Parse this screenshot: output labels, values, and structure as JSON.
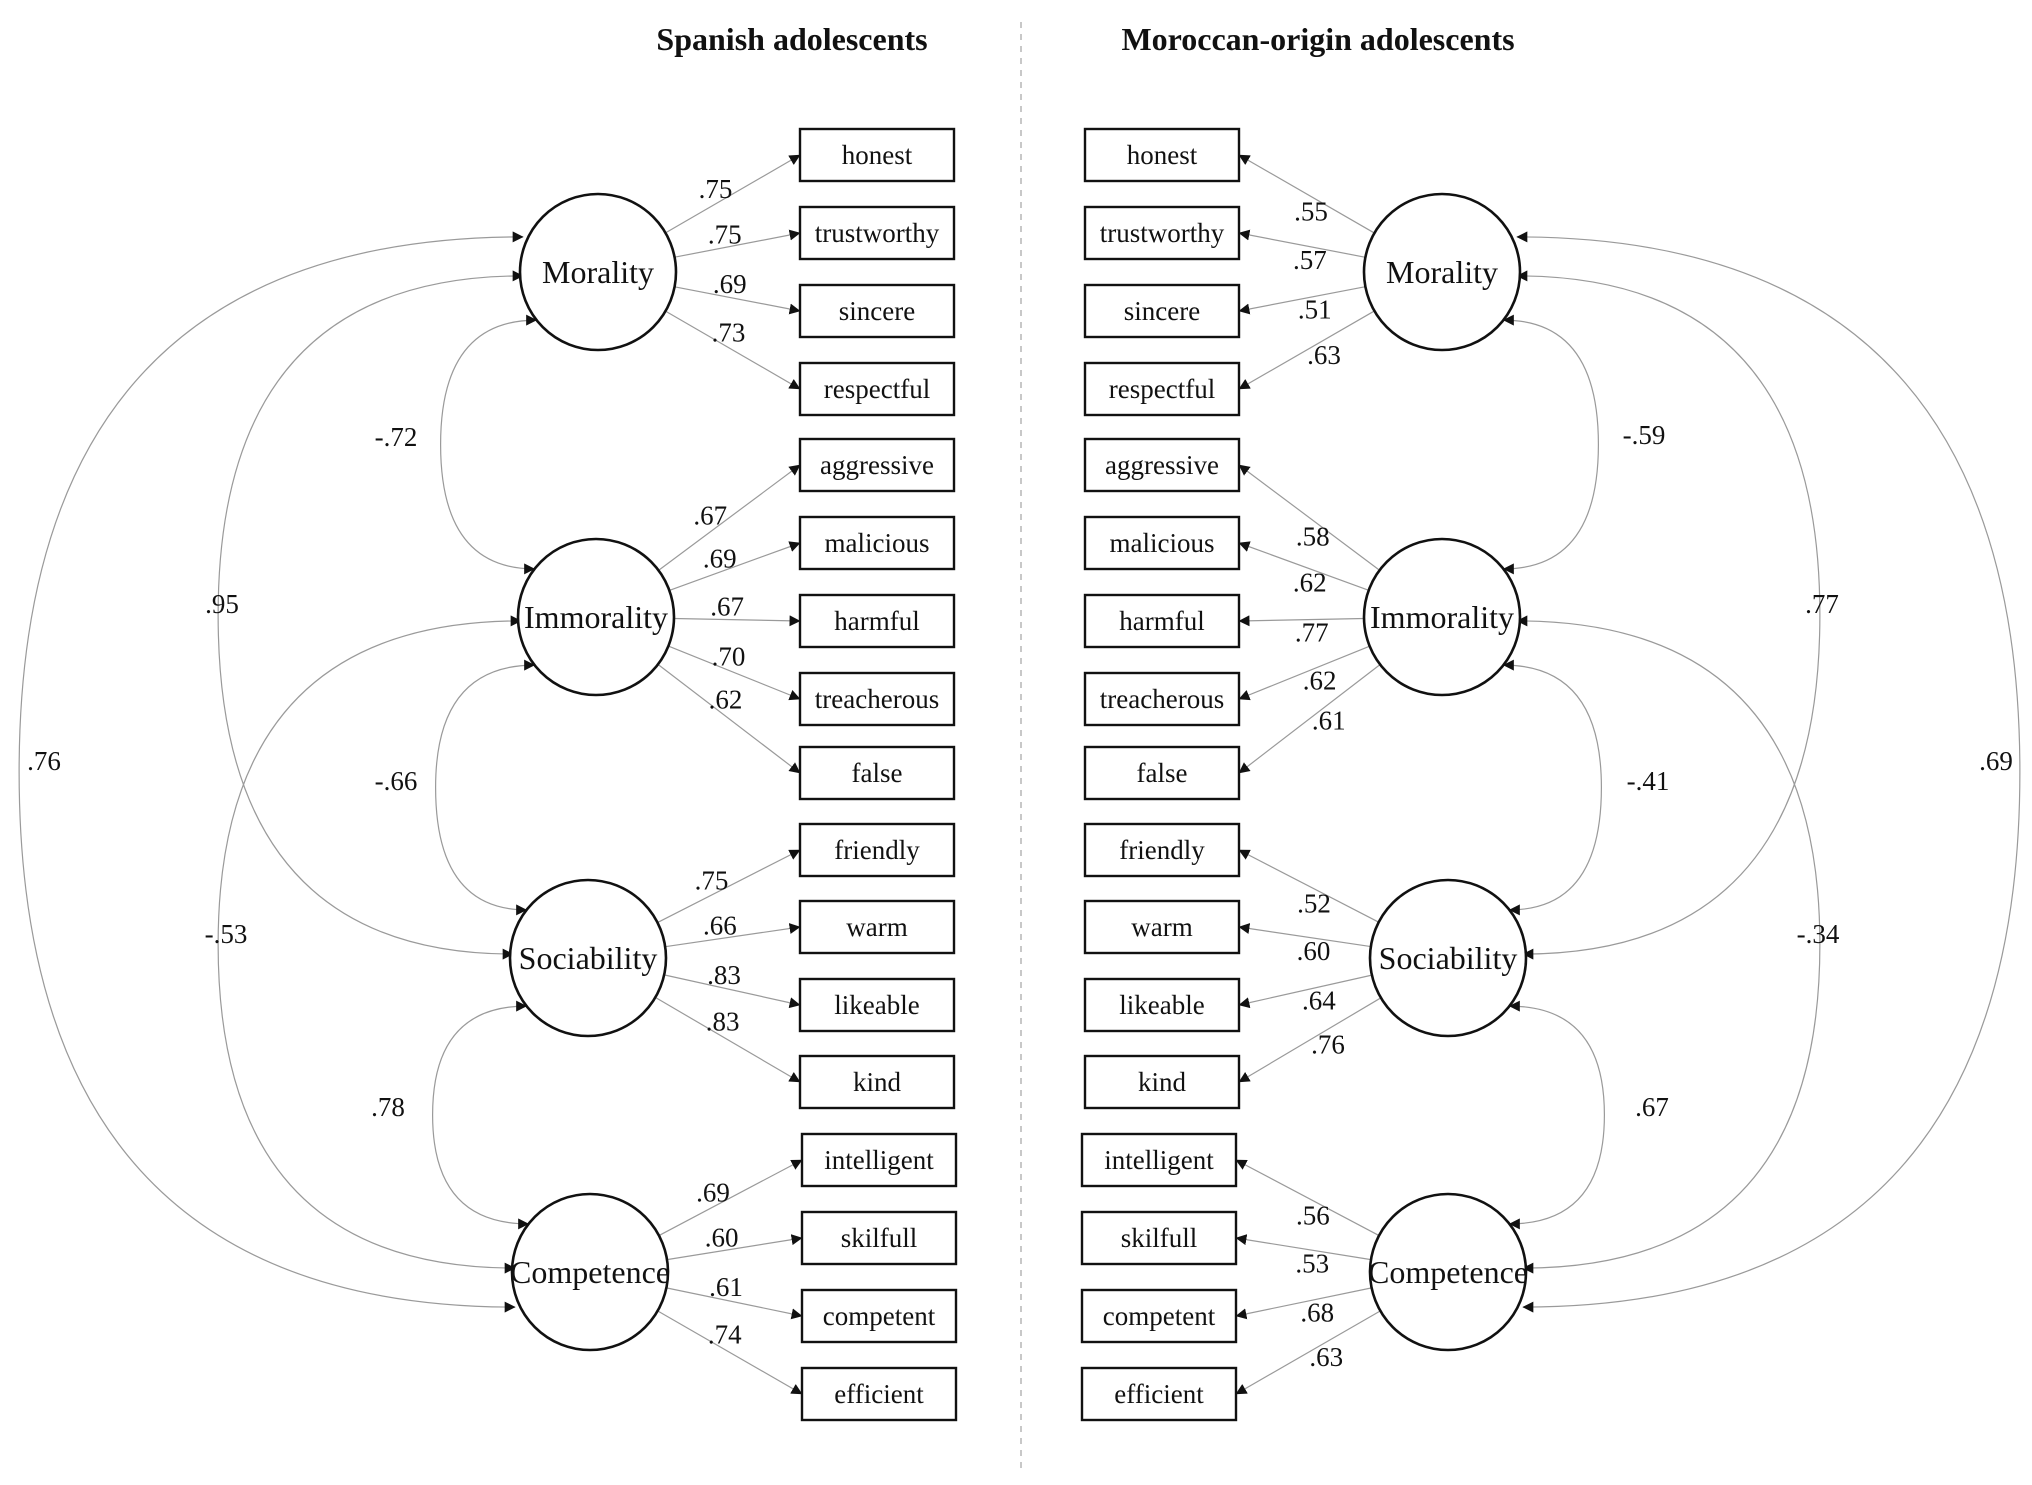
{
  "headers": {
    "left": "Spanish adolescents",
    "right": "Moroccan-origin adolescents"
  },
  "factors": [
    "Morality",
    "Immorality",
    "Sociability",
    "Competence"
  ],
  "item_groups": [
    [
      "honest",
      "trustworthy",
      "sincere",
      "respectful"
    ],
    [
      "aggressive",
      "malicious",
      "harmful",
      "treacherous",
      "false"
    ],
    [
      "friendly",
      "warm",
      "likeable",
      "kind"
    ],
    [
      "intelligent",
      "skilfull",
      "competent",
      "efficient"
    ]
  ],
  "groups": [
    {
      "name": "Spanish adolescents",
      "loadings": [
        [
          ".75",
          ".75",
          ".69",
          ".73"
        ],
        [
          ".67",
          ".69",
          ".67",
          ".70",
          ".62"
        ],
        [
          ".75",
          ".66",
          ".83",
          ".83"
        ],
        [
          ".69",
          ".60",
          ".61",
          ".74"
        ]
      ],
      "correlations": [
        {
          "from": "Morality",
          "to": "Immorality",
          "value": "-.72"
        },
        {
          "from": "Immorality",
          "to": "Sociability",
          "value": "-.66"
        },
        {
          "from": "Sociability",
          "to": "Competence",
          "value": ".78"
        },
        {
          "from": "Morality",
          "to": "Sociability",
          "value": ".95"
        },
        {
          "from": "Immorality",
          "to": "Competence",
          "value": "-.53"
        },
        {
          "from": "Morality",
          "to": "Competence",
          "value": ".76"
        }
      ]
    },
    {
      "name": "Moroccan-origin adolescents",
      "loadings": [
        [
          ".55",
          ".57",
          ".51",
          ".63"
        ],
        [
          ".58",
          ".62",
          ".77",
          ".62",
          ".61"
        ],
        [
          ".52",
          ".60",
          ".64",
          ".76"
        ],
        [
          ".56",
          ".53",
          ".68",
          ".63"
        ]
      ],
      "correlations": [
        {
          "from": "Morality",
          "to": "Immorality",
          "value": "-.59"
        },
        {
          "from": "Immorality",
          "to": "Sociability",
          "value": "-.41"
        },
        {
          "from": "Sociability",
          "to": "Competence",
          "value": ".67"
        },
        {
          "from": "Morality",
          "to": "Sociability",
          "value": ".77"
        },
        {
          "from": "Immorality",
          "to": "Competence",
          "value": "-.34"
        },
        {
          "from": "Morality",
          "to": "Competence",
          "value": ".69"
        }
      ]
    }
  ]
}
